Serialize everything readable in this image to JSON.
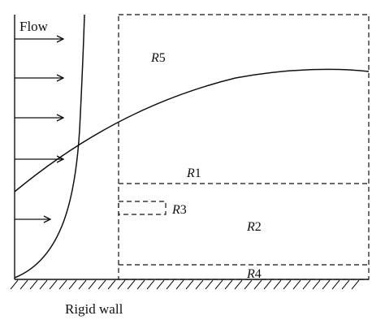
{
  "labels": {
    "flow": "Flow",
    "wall": "Rigid wall"
  },
  "regions": [
    {
      "id": "R1",
      "letter": "R",
      "number": "1"
    },
    {
      "id": "R2",
      "letter": "R",
      "number": "2"
    },
    {
      "id": "R3",
      "letter": "R",
      "number": "3"
    },
    {
      "id": "R4",
      "letter": "R",
      "number": "4"
    },
    {
      "id": "R5",
      "letter": "R",
      "number": "5"
    }
  ],
  "colors": {
    "ink": "#111111",
    "background": "#ffffff"
  }
}
